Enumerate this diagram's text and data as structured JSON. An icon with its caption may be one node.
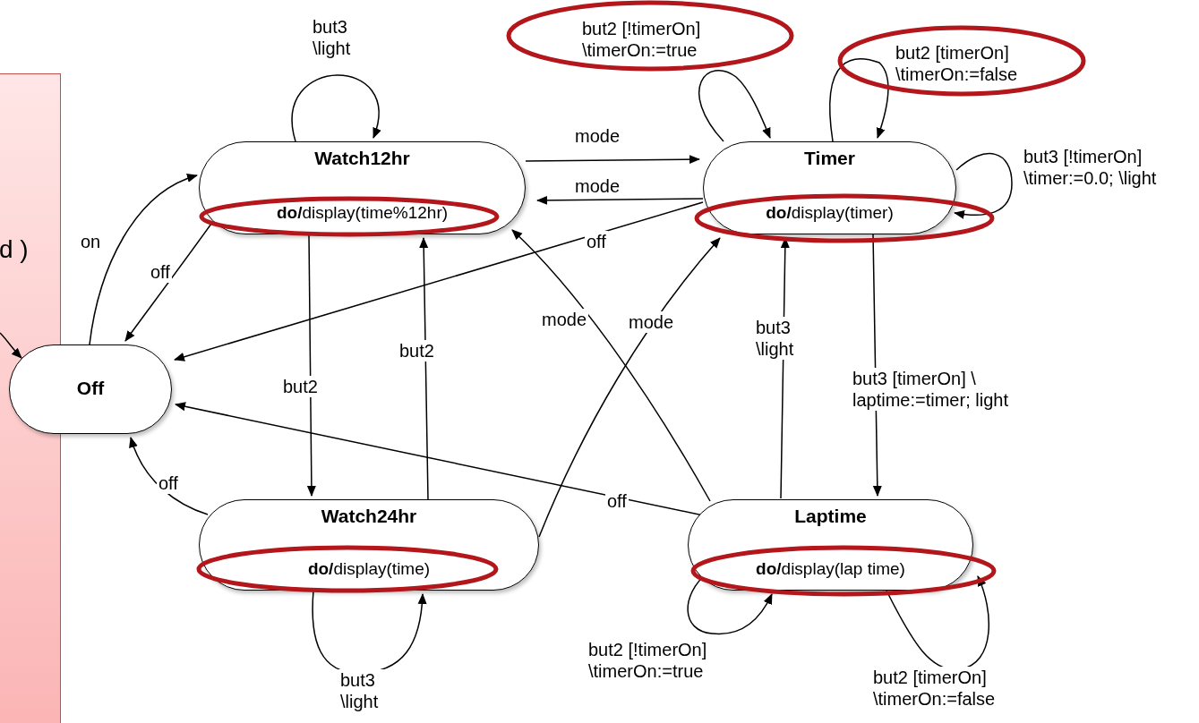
{
  "diagram": {
    "nodes": [
      {
        "text": [
          "d )"
        ]
      },
      {
        "text": [
          "Watch12hr",
          "**do/**display(time%12hr)"
        ]
      },
      {
        "text": [
          "Timer",
          "**do/**display(timer)"
        ]
      },
      {
        "text": [
          "Off"
        ]
      },
      {
        "text": [
          "Watch24hr",
          "**do/**display(time)"
        ]
      },
      {
        "text": [
          "Laptime",
          "**do/**display(lap time)"
        ]
      }
    ],
    "edges": [
      {
        "from": 0,
        "to": 3,
        "arrow": "to"
      },
      {
        "from": 3,
        "to": 1,
        "arrow": "to",
        "label": "on"
      },
      {
        "from": 1,
        "to": 3,
        "arrow": "to",
        "label": "off"
      },
      {
        "from": 1,
        "to": 1,
        "arrow": "to",
        "label": "but3 \\light"
      },
      {
        "from": 1,
        "to": 2,
        "arrow": "to",
        "label": "mode"
      },
      {
        "from": 2,
        "to": 1,
        "arrow": "to",
        "label": "mode"
      },
      {
        "from": 2,
        "to": 2,
        "arrow": "to",
        "label": "but2 [!timerOn] \\timerOn:=true"
      },
      {
        "from": 2,
        "to": 2,
        "arrow": "to",
        "label": "but2 [timerOn] \\timerOn:=false"
      },
      {
        "from": 2,
        "to": 2,
        "arrow": "to",
        "label": "but3 [!timerOn] \\timer:=0.0; \\light"
      },
      {
        "from": 2,
        "to": 3,
        "arrow": "to",
        "label": "off"
      },
      {
        "from": 1,
        "to": 4,
        "arrow": "to",
        "label": "but2"
      },
      {
        "from": 4,
        "to": 1,
        "arrow": "to",
        "label": "but2"
      },
      {
        "from": 4,
        "to": 2,
        "arrow": "to",
        "label": "mode"
      },
      {
        "from": 5,
        "to": 1,
        "arrow": "to",
        "label": "mode"
      },
      {
        "from": 5,
        "to": 2,
        "arrow": "to",
        "label": "but3 \\light"
      },
      {
        "from": 2,
        "to": 5,
        "arrow": "to",
        "label": "but3 [timerOn] \\ laptime:=timer; light"
      },
      {
        "from": 4,
        "to": 3,
        "arrow": "to",
        "label": "off"
      },
      {
        "from": 5,
        "to": 3,
        "arrow": "to",
        "label": "off"
      },
      {
        "from": 4,
        "to": 4,
        "arrow": "to",
        "label": "but3 \\light"
      },
      {
        "from": 5,
        "to": 5,
        "arrow": "to",
        "label": "but2 [!timerOn] \\timerOn:=true"
      },
      {
        "from": 5,
        "to": 5,
        "arrow": "to",
        "label": "but2 [timerOn] \\timerOn:=false"
      }
    ]
  }
}
